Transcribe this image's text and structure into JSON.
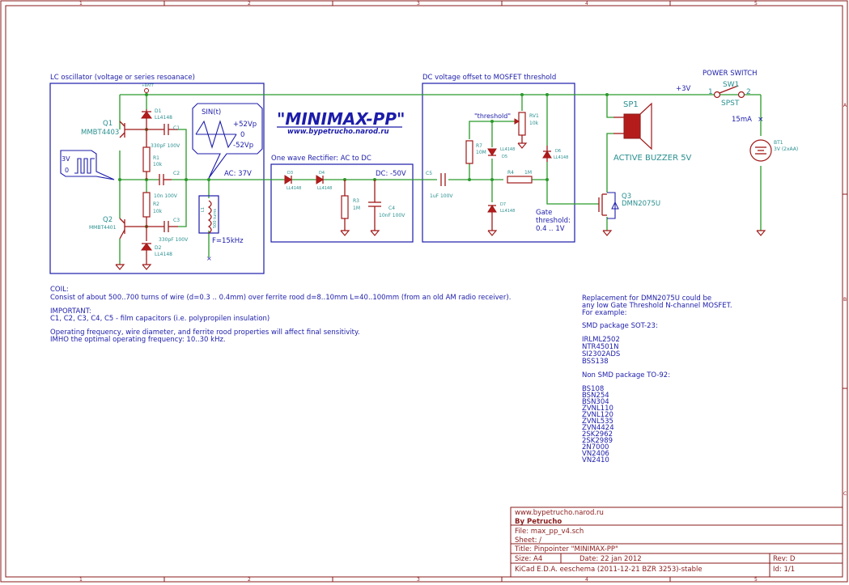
{
  "frame": {
    "columns": [
      "1",
      "2",
      "3",
      "4",
      "5"
    ],
    "rows": [
      "A",
      "B",
      "C"
    ]
  },
  "blocks": {
    "oscillator_title": "LC oscillator (voltage or series resoanace)",
    "rectifier_title": "One wave Rectifier: AC to DC",
    "offset_title": "DC voltage offset to MOSFET threshold",
    "power_switch_title": "POWER SWITCH"
  },
  "logo": {
    "title": "\"MINIMAX-PP\"",
    "url": "www.bypetrucho.narod.ru"
  },
  "components": {
    "vbat": "+BATT",
    "q1": {
      "ref": "Q1",
      "value": "MMBT4403"
    },
    "q2": {
      "ref": "Q2",
      "value": "MMBT4401"
    },
    "q3": {
      "ref": "Q3",
      "value": "DMN2075U"
    },
    "d1": {
      "ref": "D1",
      "value": "LL4148"
    },
    "d2": {
      "ref": "D2",
      "value": "LL4148"
    },
    "d3": {
      "ref": "D3",
      "value": "LL4148"
    },
    "d4": {
      "ref": "D4",
      "value": "LL4148"
    },
    "d5": {
      "ref": "D5",
      "value": "LL4148"
    },
    "d6": {
      "ref": "D6",
      "value": "LL4148"
    },
    "d7": {
      "ref": "D7",
      "value": "LL4148"
    },
    "c1": {
      "ref": "C1",
      "value": "330pF 100V"
    },
    "c2": {
      "ref": "C2",
      "value": "10n 100V"
    },
    "c3": {
      "ref": "C3",
      "value": "330pF 100V"
    },
    "c4": {
      "ref": "C4",
      "value": "10nF 100V"
    },
    "c5": {
      "ref": "C5",
      "value": "1uF 100V"
    },
    "r1": {
      "ref": "R1",
      "value": "10k"
    },
    "r2": {
      "ref": "R2",
      "value": "10k"
    },
    "r3": {
      "ref": "R3",
      "value": "1M"
    },
    "r4": {
      "ref": "R4",
      "value": "1M"
    },
    "r7": {
      "ref": "R7",
      "value": "10M"
    },
    "rv1": {
      "ref": "RV1",
      "value": "10k"
    },
    "l1": {
      "ref": "L1",
      "value": "500 turns"
    },
    "sp1": {
      "ref": "SP1",
      "value": "ACTIVE BUZZER 5V"
    },
    "sw1": {
      "ref": "SW1",
      "value": "SPST",
      "pin1": "1",
      "pin2": "2"
    },
    "bt1": {
      "ref": "BT1",
      "value": "3V (2xAA)"
    }
  },
  "annotations": {
    "square_wave_high": "3V",
    "square_wave_low": "0",
    "sine_label": "SIN(t)",
    "sine_pos": "+52Vp",
    "sine_zero": "0",
    "sine_neg": "-52Vp",
    "ac_voltage": "AC: 37V",
    "frequency": "F=15kHz",
    "dc_voltage": "DC: -50V",
    "threshold_net": "\"threshold\"",
    "gate_threshold": [
      "Gate",
      "threshold:",
      "0.4 .. 1V"
    ],
    "supply_net": "+3V",
    "current": "15mA"
  },
  "notes": {
    "coil_title": "COIL:",
    "coil_text": "Consist of about 500..700 turns of wire (d=0.3 .. 0.4mm) over ferrite rood d=8..10mm L=40..100mm (from an old AM radio receiver).",
    "important_title": "IMPORTANT:",
    "important_text": "C1, C2, C3, C4, C5 - film capacitors (i.e. polypropilen insulation)",
    "freq_line1": "Operating frequency, wire diameter, and ferrite rood properties will affect final sensitivity.",
    "freq_line2": "IMHO the optimal operating frequency: 10..30 kHz."
  },
  "replacement": {
    "intro": [
      "Replacement for DMN2075U could be",
      "any low Gate Threshold N-channel MOSFET.",
      "For example:"
    ],
    "smd_title": "SMD package SOT-23:",
    "smd_parts": [
      "IRLML2502",
      "NTR4501N",
      "SI2302ADS",
      "BSS138"
    ],
    "tht_title": "Non SMD package TO-92:",
    "tht_parts": [
      "BS108",
      "BSN254",
      "BSN304",
      "ZVNL110",
      "ZVNL120",
      "ZVNL535",
      "ZVN4424",
      "2SK2962",
      "2SK2989",
      "2N7000",
      "VN2406",
      "VN2410"
    ]
  },
  "title_block": {
    "company": "www.bypetrucho.narod.ru",
    "author": "By Petrucho",
    "file": "File: max_pp_v4.sch",
    "sheet": "Sheet: /",
    "title": "Title: Pinpointer \"MINIMAX-PP\"",
    "size": "Size: A4",
    "date": "Date: 22 jan 2012",
    "rev": "Rev: D",
    "tool": "KiCad E.D.A.  eeschema (2011-12-21 BZR 3253)-stable",
    "id": "Id: 1/1"
  }
}
